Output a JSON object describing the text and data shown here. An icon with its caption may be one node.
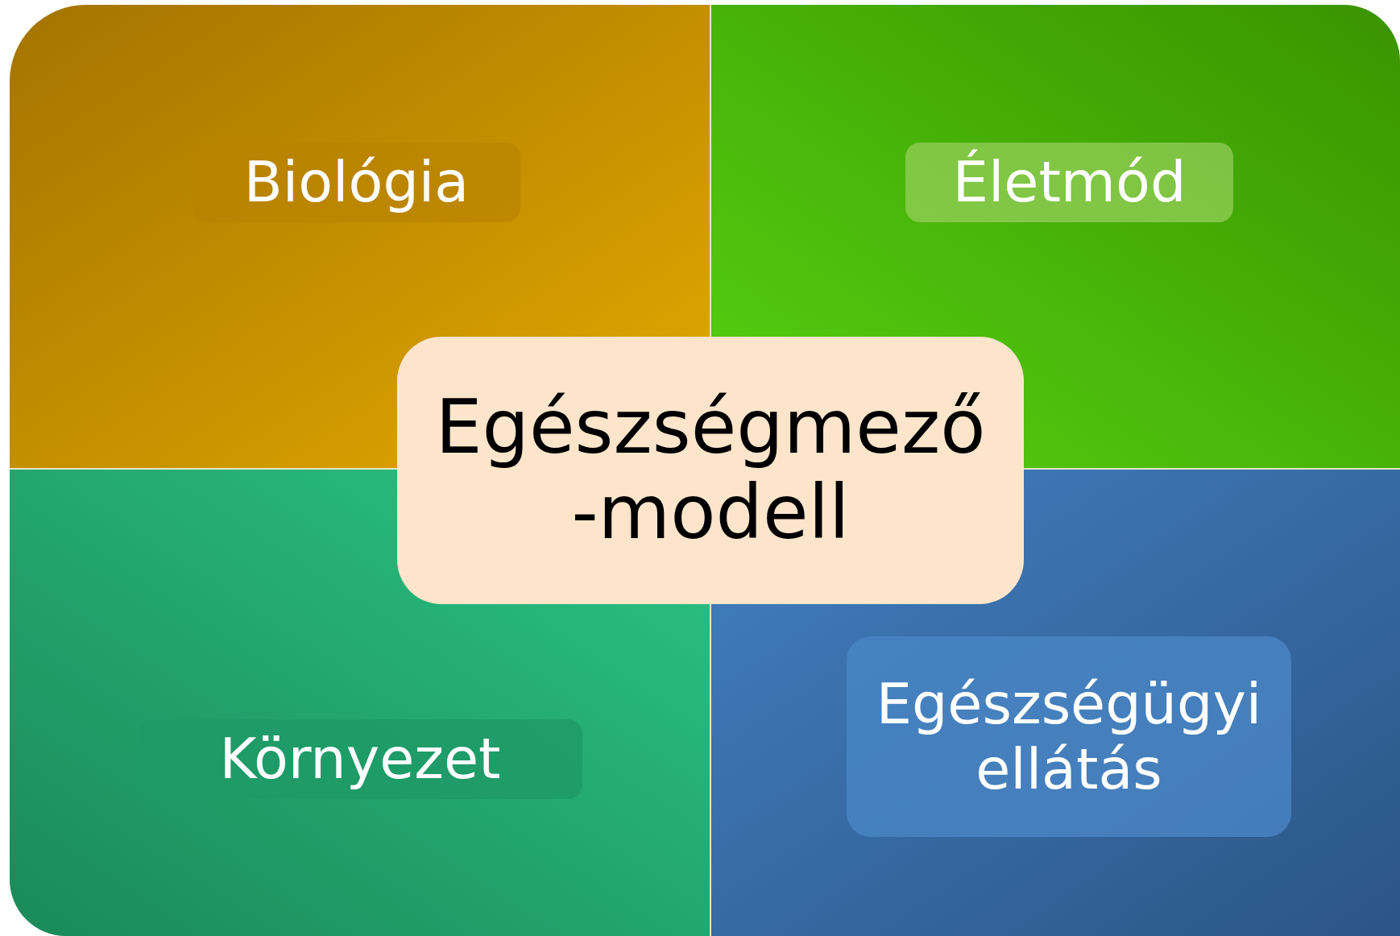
{
  "diagram": {
    "nodes": [
      {
        "text": [
          "Biológia"
        ]
      },
      {
        "text": [
          "Életmód"
        ]
      },
      {
        "text": [
          "Egészségmező -modell"
        ]
      },
      {
        "text": [
          "Környezet"
        ]
      },
      {
        "text": [
          "Egészségügyi ellátás"
        ]
      }
    ]
  }
}
